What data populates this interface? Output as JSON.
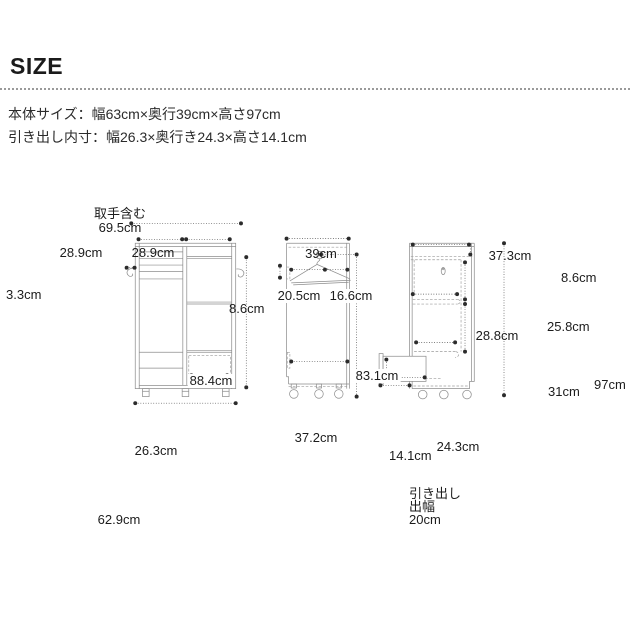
{
  "header": {
    "title": "SIZE"
  },
  "description": {
    "line1": "本体サイズ：幅63cm×奥行39cm×高さ97cm",
    "line2": "引き出し内寸：幅26.3×奥行き24.3×高さ14.1cm"
  },
  "front_view": {
    "handle_note": "取手含む",
    "total_width_with_handles": "69.5cm",
    "left_section_width": "28.9cm",
    "right_section_width": "28.9cm",
    "hook_protrusion": "3.3cm",
    "inner_height": "88.4cm",
    "drawer_front_width": "26.3cm",
    "body_width": "62.9cm"
  },
  "side_view": {
    "depth": "39cm",
    "pole_inset": "8.6cm",
    "pole_front_clearance": "20.5cm",
    "pole_rear_clearance": "16.6cm",
    "inner_height": "83.1cm",
    "inner_depth": "37.2cm"
  },
  "section_view": {
    "top_inner_depth": "37.3cm",
    "top_clearance": "8.6cm",
    "upper_section_height": "25.8cm",
    "shelf_depth": "28.8cm",
    "lower_section_height": "31cm",
    "total_height": "97cm",
    "drawer_inner_depth": "24.3cm",
    "drawer_inner_height": "14.1cm",
    "drawer_extension_note": "引き出し\n出幅\n20cm"
  },
  "colors": {
    "line": "#8d8d8d",
    "dimension": "#3a3a3a",
    "dot": "#2b2b2b",
    "text": "#1c1c1c"
  }
}
